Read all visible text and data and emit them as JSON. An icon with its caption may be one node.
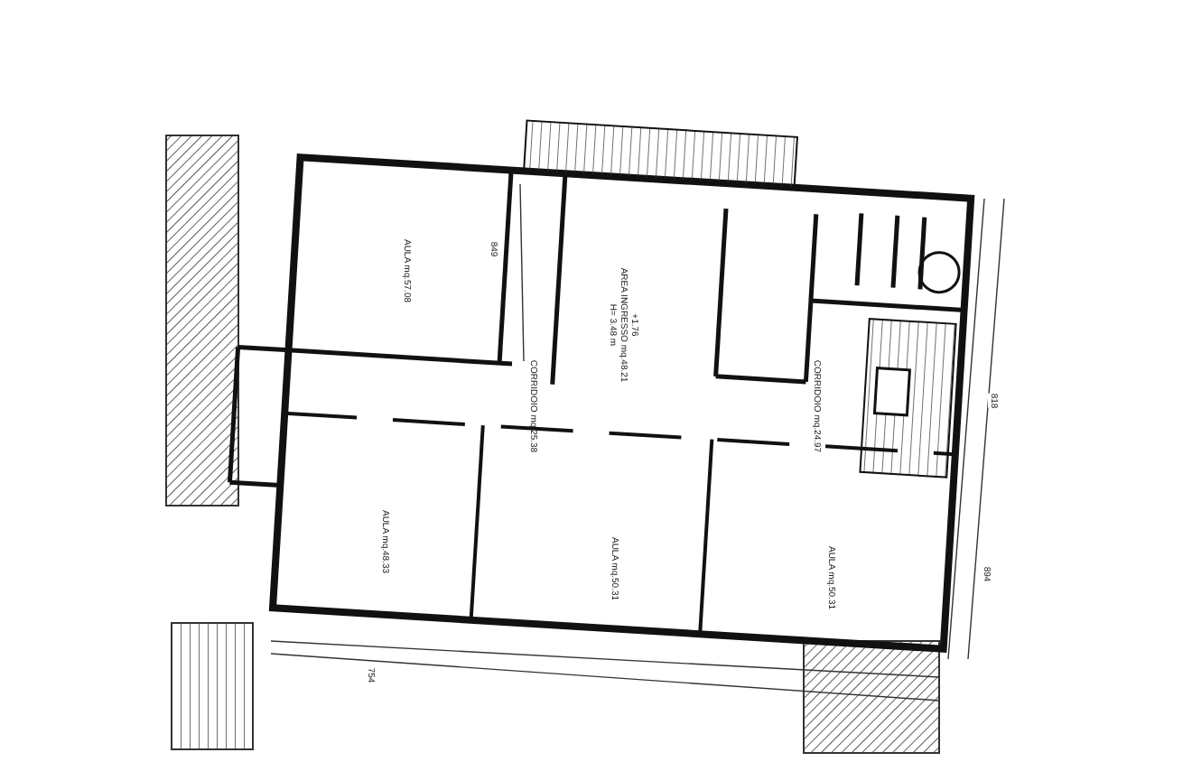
{
  "diagram": {
    "nodes": [
      {
        "text": [
          "AULA mq.57.08"
        ]
      },
      {
        "text": [
          "+1.76",
          "AREA INGRESSO mq.48.21",
          "H= 3.48 m"
        ]
      },
      {
        "text": [
          "CORRIDOIO mq.25.38"
        ]
      },
      {
        "text": [
          "AULA mq.48.33"
        ]
      },
      {
        "text": [
          "AULA mq.50.31"
        ]
      },
      {
        "text": [
          "AULA mq.50.31"
        ]
      },
      {
        "text": [
          "CORRIDOIO mq.24.97"
        ]
      }
    ],
    "edges": [],
    "labels": [
      "849",
      "818",
      "894",
      "754"
    ]
  }
}
